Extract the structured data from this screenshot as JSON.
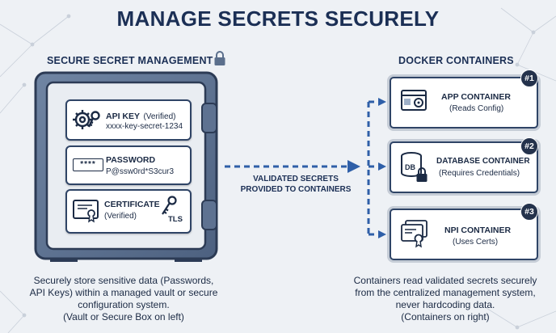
{
  "title": "MANAGE SECRETS SECURELY",
  "left_heading": "SECURE SECRET MANAGEMENT",
  "right_heading": "DOCKER CONTAINERS",
  "vault": {
    "items": [
      {
        "title": "API KEY",
        "title_suffix": "(Verified)",
        "value": "xxxx-key-secret-1234"
      },
      {
        "title": "PASSWORD",
        "value": "P@ssw0rd*S3cur3",
        "field_mask": "****"
      },
      {
        "title": "CERTIFICATE",
        "value": "(Verified)",
        "tag": "TLS"
      }
    ]
  },
  "flow_label_line1": "VALIDATED SECRETS",
  "flow_label_line2": "PROVIDED TO CONTAINERS",
  "containers": [
    {
      "badge": "#1",
      "title": "APP CONTAINER",
      "subtitle": "(Reads Config)"
    },
    {
      "badge": "#2",
      "title": "DATABASE CONTAINER",
      "subtitle": "(Requires Credentials)",
      "icon_text": "DB"
    },
    {
      "badge": "#3",
      "title": "NPI CONTAINER",
      "subtitle": "(Uses Certs)"
    }
  ],
  "left_desc": [
    "Securely store sensitive data (Passwords,",
    "API Keys) within a managed vault or secure",
    "configuration system.",
    "(Vault or Secure Box on left)"
  ],
  "right_desc": [
    "Containers read validated secrets securely",
    "from the centralized management system,",
    "never hardcoding data.",
    "(Containers on right)"
  ],
  "colors": {
    "navy": "#1b2f55",
    "vault": "#5b6f8c",
    "arrow": "#2f5fa8"
  }
}
